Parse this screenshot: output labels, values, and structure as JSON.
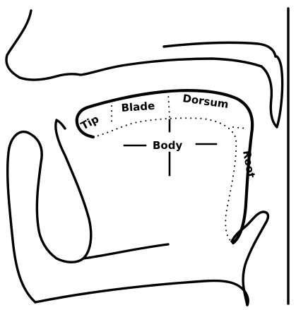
{
  "diagram": {
    "labels": {
      "tip": "Tip",
      "blade": "Blade",
      "dorsum": "Dorsum",
      "body": "Body",
      "root": "Root"
    },
    "line_color": "#000000",
    "background": "#ffffff"
  }
}
